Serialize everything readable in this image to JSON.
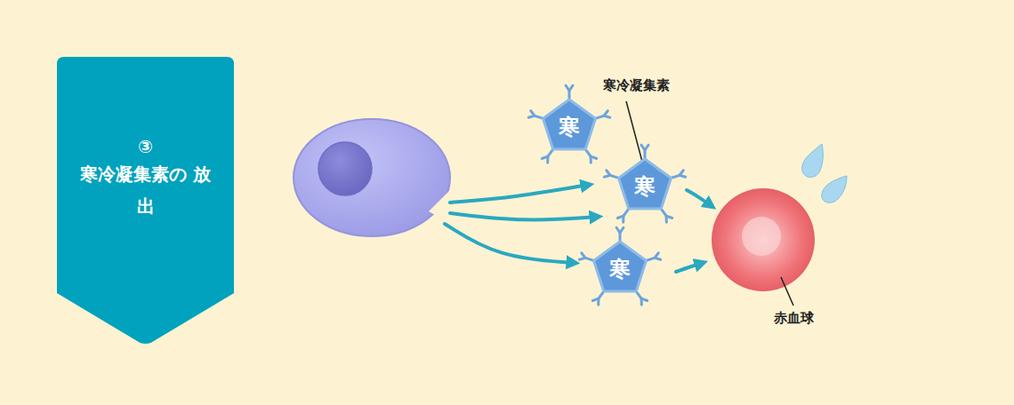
{
  "diagram": {
    "nodes": [
      {
        "text": [
          "③",
          "寒冷凝集素の 放出"
        ]
      },
      {
        "text": [
          "寒"
        ]
      },
      {
        "text": [
          "寒"
        ]
      },
      {
        "text": [
          "寒"
        ]
      }
    ],
    "labels": [
      "寒冷凝集素",
      "赤血球"
    ]
  }
}
